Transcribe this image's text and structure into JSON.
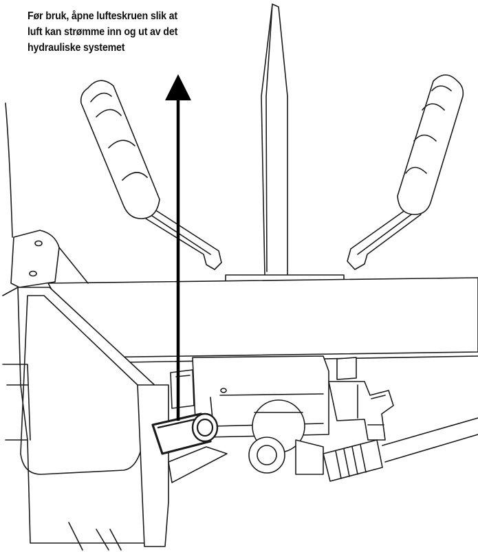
{
  "caption": {
    "line1": "Før bruk, åpne lufteskruen slik at",
    "line2": "luft kan strømme inn og ut av det",
    "line3": "hydrauliske systemet"
  },
  "colors": {
    "ink": "#1a1a1a",
    "arrow": "#000000",
    "background": "#ffffff"
  },
  "icons": {
    "arrow": "up-arrow",
    "callout_target": "air-vent-screw"
  }
}
